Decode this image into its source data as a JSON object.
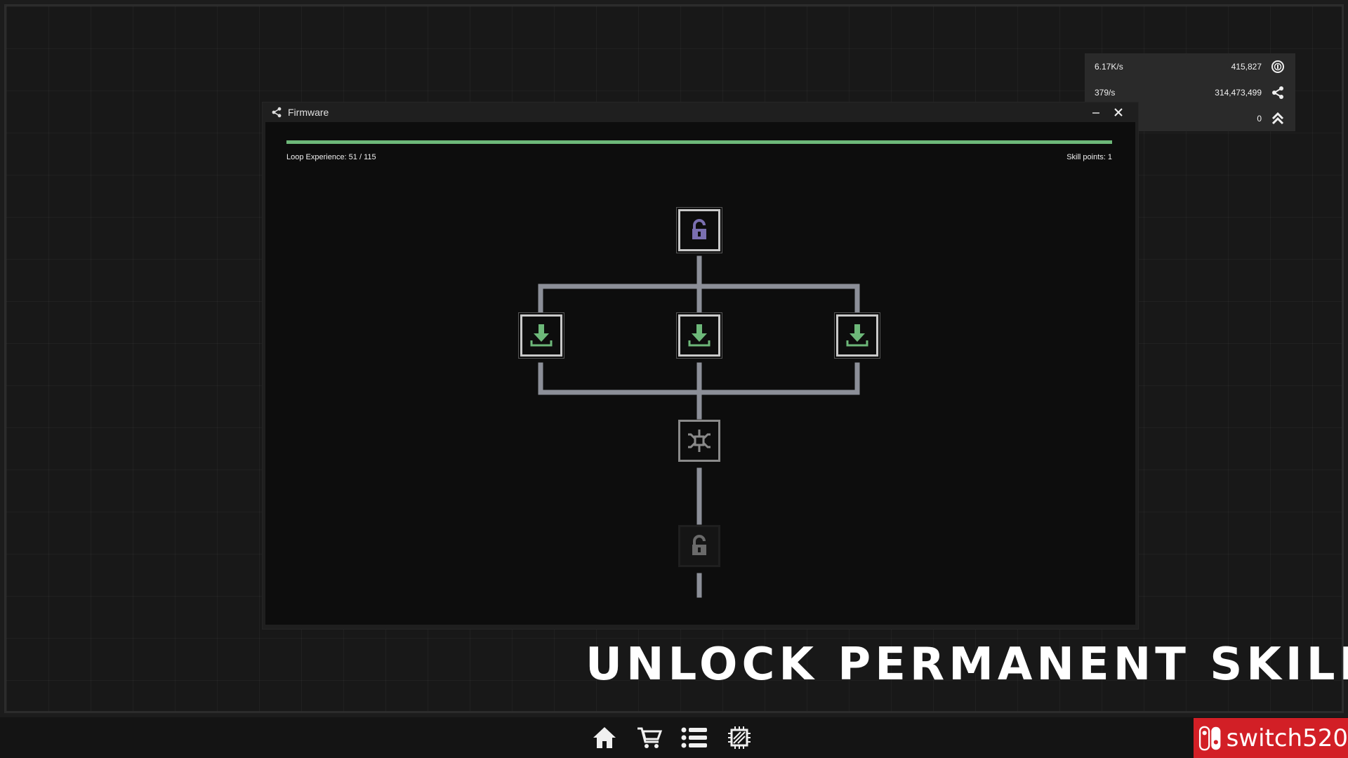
{
  "resources": [
    {
      "rate": "6.17K/s",
      "value": "415,827",
      "icon": "coin-icon"
    },
    {
      "rate": "379/s",
      "value": "314,473,499",
      "icon": "share-icon"
    },
    {
      "rate": "",
      "value": "0",
      "icon": "double-chevron-up-icon"
    }
  ],
  "window": {
    "title": "Firmware",
    "xp_label": "Loop Experience: 51 / 115",
    "xp_fraction": 1.0,
    "skill_points": "Skill points: 1"
  },
  "tree": {
    "nodes": [
      {
        "name": "root-unlock",
        "icon": "unlock-icon",
        "state": "active"
      },
      {
        "name": "download-left",
        "icon": "download-icon",
        "state": "active"
      },
      {
        "name": "download-center",
        "icon": "download-icon",
        "state": "active"
      },
      {
        "name": "download-right",
        "icon": "download-icon",
        "state": "active"
      },
      {
        "name": "network-node",
        "icon": "network-icon",
        "state": "available"
      },
      {
        "name": "locked-unlock",
        "icon": "unlock-icon",
        "state": "locked"
      }
    ]
  },
  "tagline": "UNLOCK PERMANENT SKILLS",
  "taskbar": [
    "home-icon",
    "cart-icon",
    "list-icon",
    "chip-icon"
  ],
  "watermark": "switch520",
  "colors": {
    "accent_green": "#6db879",
    "node_purple": "#7a6fb0",
    "watermark_red": "#d21f26"
  }
}
